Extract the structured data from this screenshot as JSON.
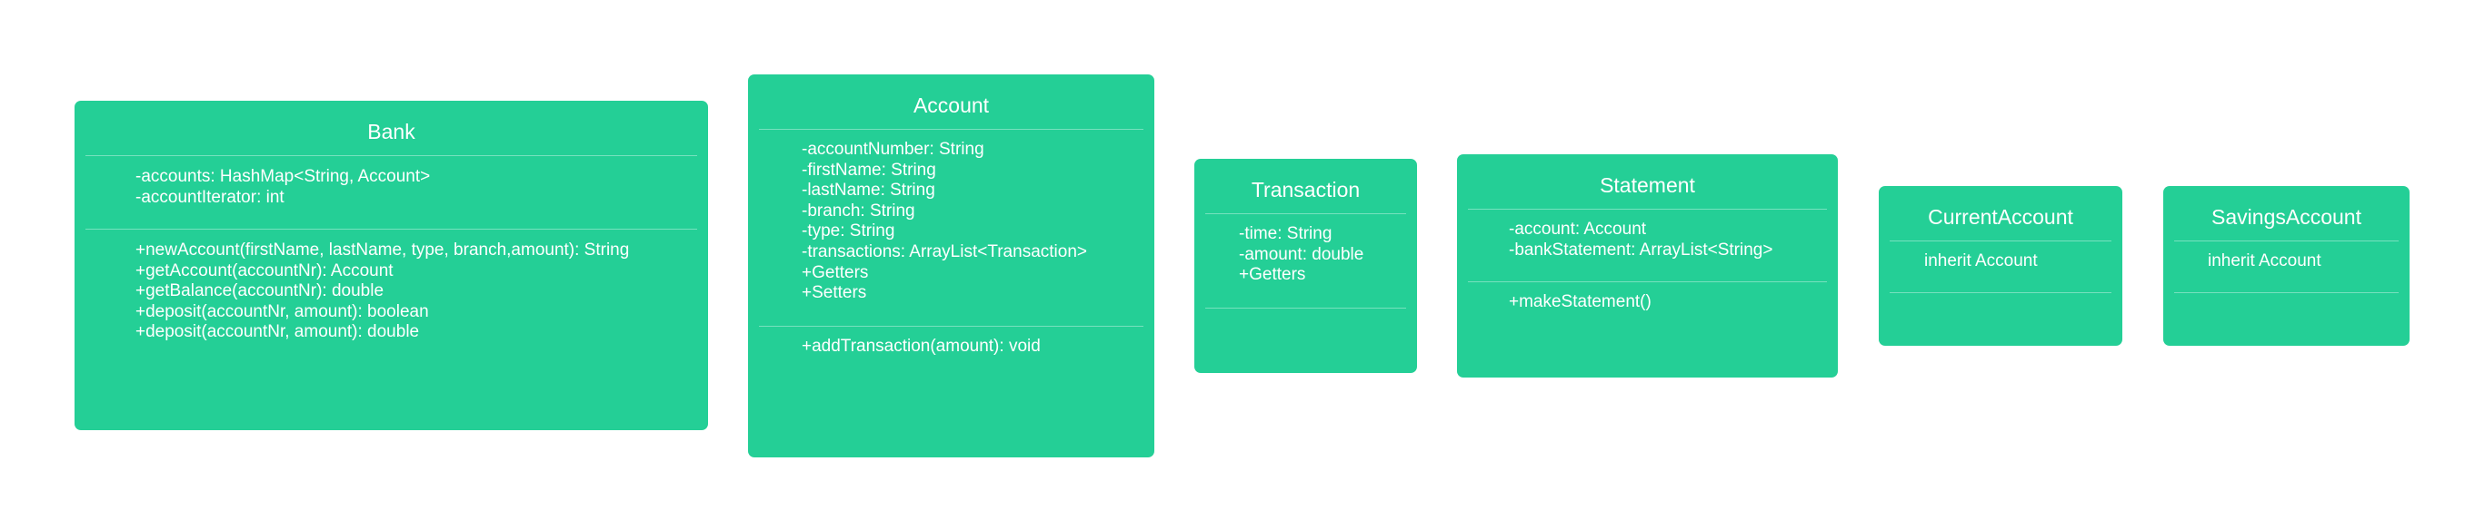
{
  "classes": [
    {
      "name": "Bank",
      "attributes": [
        "-accounts: HashMap<String, Account>",
        "-accountIterator: int"
      ],
      "methods": [
        "+newAccount(firstName, lastName, type, branch,amount): String",
        "+getAccount(accountNr): Account",
        "+getBalance(accountNr): double",
        "+deposit(accountNr, amount): boolean",
        "+deposit(accountNr, amount): double"
      ]
    },
    {
      "name": "Account",
      "attributes": [
        "-accountNumber: String",
        "-firstName: String",
        "-lastName: String",
        "-branch: String",
        "-type: String",
        "-transactions: ArrayList<Transaction>",
        "+Getters",
        "+Setters"
      ],
      "methods": [
        "+addTransaction(amount): void"
      ]
    },
    {
      "name": "Transaction",
      "attributes": [
        "-time: String",
        "-amount: double",
        "+Getters"
      ],
      "methods": []
    },
    {
      "name": "Statement",
      "attributes": [
        "-account: Account",
        "-bankStatement: ArrayList<String>"
      ],
      "methods": [
        "+makeStatement()"
      ]
    },
    {
      "name": "CurrentAccount",
      "attributes": [
        "inherit Account"
      ],
      "methods": []
    },
    {
      "name": "SavingsAccount",
      "attributes": [
        "inherit Account"
      ],
      "methods": []
    }
  ],
  "colors": {
    "class_fill": "#24cf96",
    "text": "#ffffff",
    "background": "#ffffff"
  }
}
